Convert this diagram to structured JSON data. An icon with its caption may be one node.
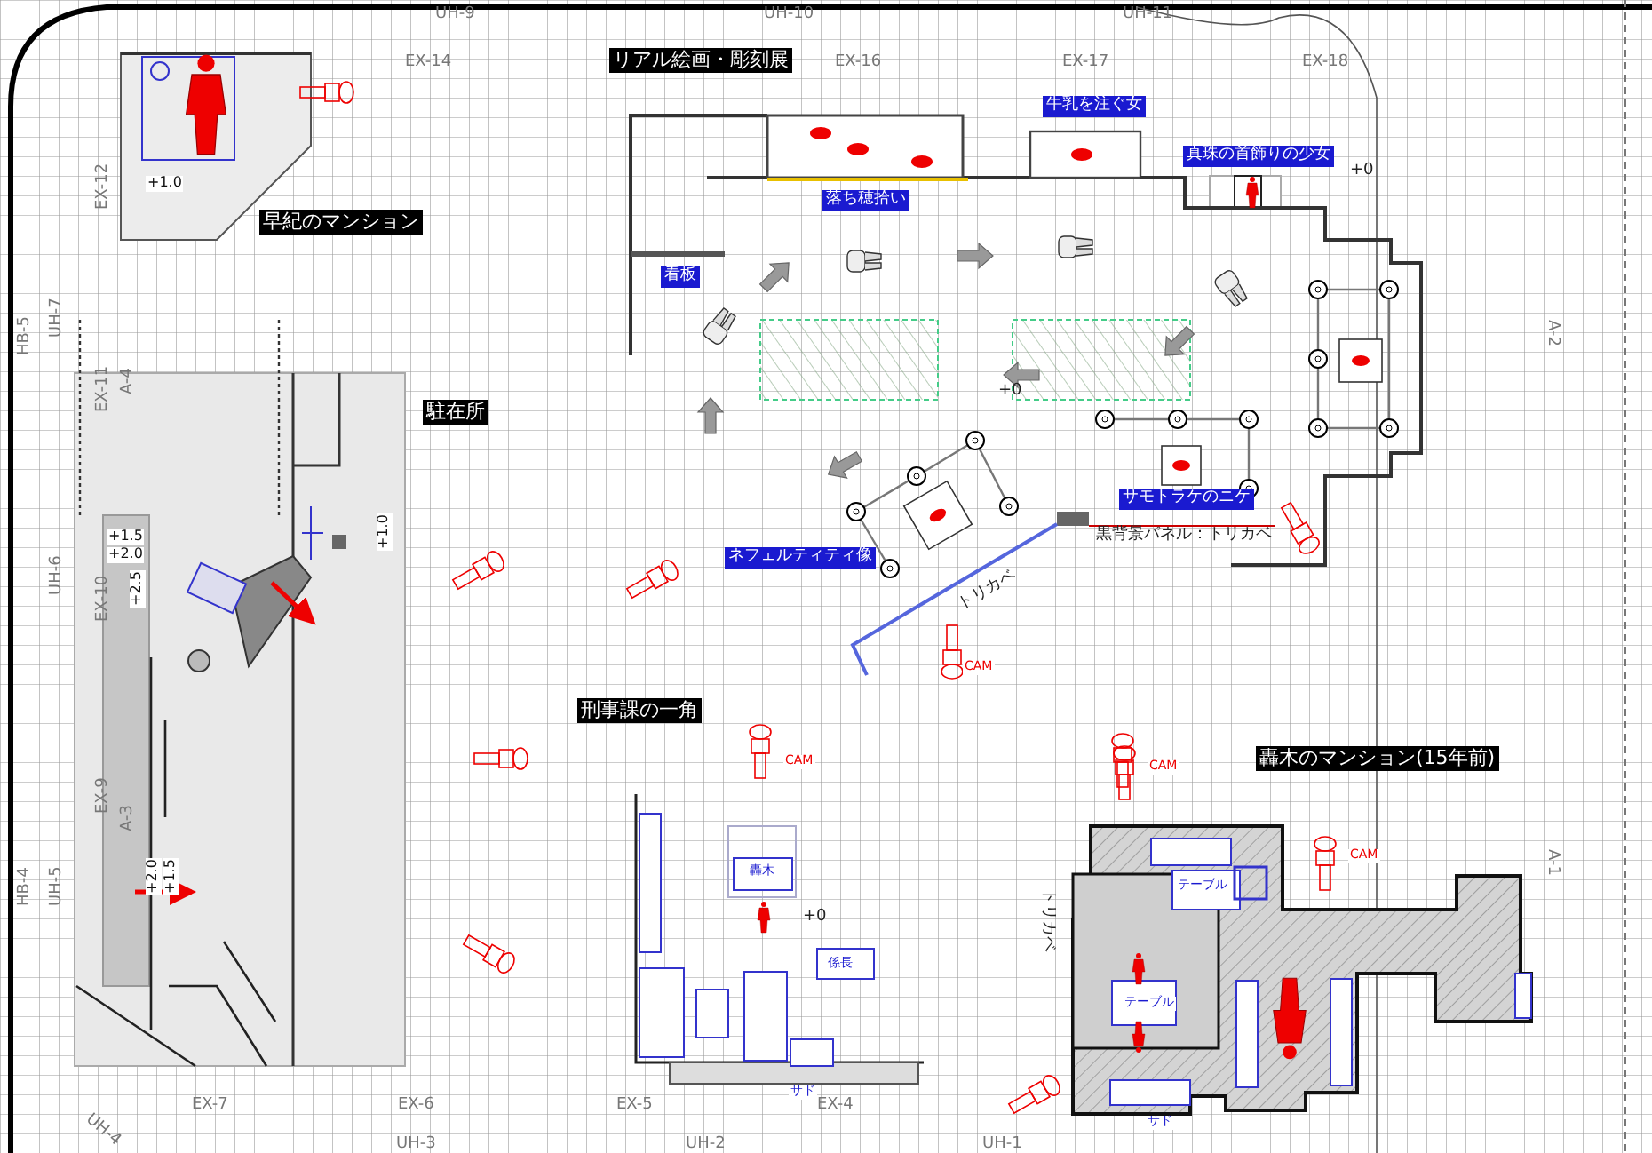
{
  "diagram": {
    "labels": [
      "UH-9",
      "UH-10",
      "UH-11",
      "EX-14",
      "EX-16",
      "EX-17",
      "EX-18",
      "EX-12",
      "HB-5",
      "UH-7",
      "EX-11",
      "A-4",
      "UH-6",
      "EX-10",
      "EX-9",
      "A-3",
      "HB-4",
      "UH-5",
      "EX-7",
      "EX-6",
      "UH-4",
      "UH-3",
      "EX-5",
      "EX-4",
      "UH-2",
      "UH-1",
      "A-2",
      "A-1",
      "早紀のマンション",
      "リアル絵画・彫刻展",
      "駐在所",
      "刑事課の一角",
      "轟木のマンション(15年前)",
      "牛乳を注ぐ女",
      "真珠の首飾りの少女",
      "落ち穂拾い",
      "看板",
      "サモトラケのニケ",
      "ネフェルティティ像",
      "黒背景パネル：トリカベ",
      "トリカベ",
      "トリカベ",
      "+1.0",
      "+0",
      "+0",
      "+0",
      "+1.5",
      "+2.0",
      "+2.5",
      "+2.0",
      "+1.5",
      "+1.0",
      "CAM",
      "CAM",
      "CAM",
      "CAM",
      "轟木",
      "係長",
      "テーブル",
      "テーブル",
      "サド",
      "サド"
    ]
  }
}
